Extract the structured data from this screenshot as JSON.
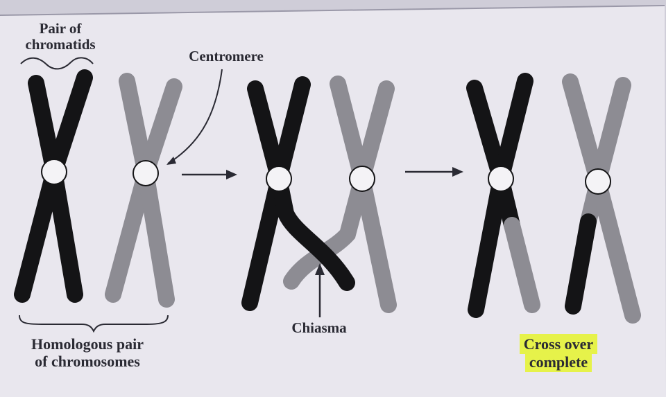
{
  "labels": {
    "pair_of_chromatids_line1": "Pair of",
    "pair_of_chromatids_line2": "chromatids",
    "centromere": "Centromere",
    "chiasma": "Chiasma",
    "homologous_line1": "Homologous pair",
    "homologous_line2": "of chromosomes",
    "crossover_line1": "Cross over",
    "crossover_line2": "complete"
  },
  "colors": {
    "paper": "#e9e7ee",
    "maternal_chromatid": "#141416",
    "paternal_chromatid": "#8d8c93",
    "centromere_fill": "#f4f3f6",
    "highlighter": "#e6f24a",
    "ink": "#2a2a33"
  },
  "stages": [
    "before-crossing-over",
    "chiasma-forming",
    "crossing-over-complete"
  ]
}
